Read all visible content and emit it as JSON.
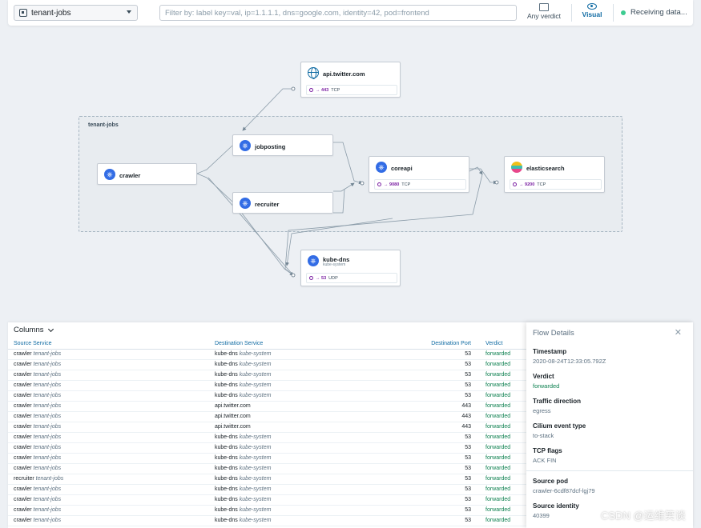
{
  "header": {
    "namespace": "tenant-jobs",
    "filter_placeholder": "Filter by: label key=val, ip=1.1.1.1, dns=google.com, identity=42, pod=frontend",
    "verdict_label": "Any verdict",
    "visual_label": "Visual",
    "status_text": "Receiving data..."
  },
  "map": {
    "namespace_label": "tenant-jobs",
    "nodes": {
      "twitter": {
        "name": "api.twitter.com",
        "port": "443",
        "proto": "TCP"
      },
      "jobposting": {
        "name": "jobposting"
      },
      "crawler": {
        "name": "crawler"
      },
      "recruiter": {
        "name": "recruiter"
      },
      "coreapi": {
        "name": "coreapi",
        "port": "9080",
        "proto": "TCP"
      },
      "elasticsearch": {
        "name": "elasticsearch",
        "port": "9200",
        "proto": "TCP"
      },
      "kubedns": {
        "name": "kube-dns",
        "sub": "kube-system",
        "port": "53",
        "proto": "UDP"
      }
    }
  },
  "flows": {
    "columns_label": "Columns",
    "headers": {
      "source": "Source Service",
      "destination": "Destination Service",
      "port": "Destination Port",
      "verdict": "Verdict"
    },
    "rows": [
      {
        "src": "crawler",
        "src_ns": "tenant-jobs",
        "dst": "kube-dns",
        "dst_ns": "kube-system",
        "port": "53",
        "verdict": "forwarded"
      },
      {
        "src": "crawler",
        "src_ns": "tenant-jobs",
        "dst": "kube-dns",
        "dst_ns": "kube-system",
        "port": "53",
        "verdict": "forwarded"
      },
      {
        "src": "crawler",
        "src_ns": "tenant-jobs",
        "dst": "kube-dns",
        "dst_ns": "kube-system",
        "port": "53",
        "verdict": "forwarded"
      },
      {
        "src": "crawler",
        "src_ns": "tenant-jobs",
        "dst": "kube-dns",
        "dst_ns": "kube-system",
        "port": "53",
        "verdict": "forwarded"
      },
      {
        "src": "crawler",
        "src_ns": "tenant-jobs",
        "dst": "kube-dns",
        "dst_ns": "kube-system",
        "port": "53",
        "verdict": "forwarded"
      },
      {
        "src": "crawler",
        "src_ns": "tenant-jobs",
        "dst": "api.twitter.com",
        "dst_ns": "",
        "port": "443",
        "verdict": "forwarded"
      },
      {
        "src": "crawler",
        "src_ns": "tenant-jobs",
        "dst": "api.twitter.com",
        "dst_ns": "",
        "port": "443",
        "verdict": "forwarded"
      },
      {
        "src": "crawler",
        "src_ns": "tenant-jobs",
        "dst": "api.twitter.com",
        "dst_ns": "",
        "port": "443",
        "verdict": "forwarded"
      },
      {
        "src": "crawler",
        "src_ns": "tenant-jobs",
        "dst": "kube-dns",
        "dst_ns": "kube-system",
        "port": "53",
        "verdict": "forwarded"
      },
      {
        "src": "crawler",
        "src_ns": "tenant-jobs",
        "dst": "kube-dns",
        "dst_ns": "kube-system",
        "port": "53",
        "verdict": "forwarded"
      },
      {
        "src": "crawler",
        "src_ns": "tenant-jobs",
        "dst": "kube-dns",
        "dst_ns": "kube-system",
        "port": "53",
        "verdict": "forwarded"
      },
      {
        "src": "crawler",
        "src_ns": "tenant-jobs",
        "dst": "kube-dns",
        "dst_ns": "kube-system",
        "port": "53",
        "verdict": "forwarded"
      },
      {
        "src": "recruiter",
        "src_ns": "tenant-jobs",
        "dst": "kube-dns",
        "dst_ns": "kube-system",
        "port": "53",
        "verdict": "forwarded"
      },
      {
        "src": "crawler",
        "src_ns": "tenant-jobs",
        "dst": "kube-dns",
        "dst_ns": "kube-system",
        "port": "53",
        "verdict": "forwarded"
      },
      {
        "src": "crawler",
        "src_ns": "tenant-jobs",
        "dst": "kube-dns",
        "dst_ns": "kube-system",
        "port": "53",
        "verdict": "forwarded"
      },
      {
        "src": "crawler",
        "src_ns": "tenant-jobs",
        "dst": "kube-dns",
        "dst_ns": "kube-system",
        "port": "53",
        "verdict": "forwarded"
      },
      {
        "src": "crawler",
        "src_ns": "tenant-jobs",
        "dst": "kube-dns",
        "dst_ns": "kube-system",
        "port": "53",
        "verdict": "forwarded"
      }
    ]
  },
  "details": {
    "title": "Flow Details",
    "fields": [
      {
        "label": "Timestamp",
        "value": "2020-08-24T12:33:05.792Z"
      },
      {
        "label": "Verdict",
        "value": "forwarded"
      },
      {
        "label": "Traffic direction",
        "value": "egress"
      },
      {
        "label": "Cilium event type",
        "value": "to-stack"
      },
      {
        "label": "TCP flags",
        "value": "ACK FIN"
      },
      {
        "label": "Source pod",
        "value": "crawler-6cdf87dcf-lgj79"
      },
      {
        "label": "Source identity",
        "value": "40399"
      }
    ]
  },
  "watermark": "CSDN @运维笑谈",
  "colors": {
    "accent": "#106ba3",
    "forwarded": "#0d8050",
    "status_ok": "#3dcc91",
    "kubernetes": "#326ce5",
    "port": "#7a1fa2"
  },
  "icons": [
    "namespace-icon",
    "chevron-down-icon",
    "verdict-icon",
    "eye-icon",
    "globe-icon",
    "kubernetes-icon",
    "elasticsearch-icon",
    "close-icon"
  ]
}
